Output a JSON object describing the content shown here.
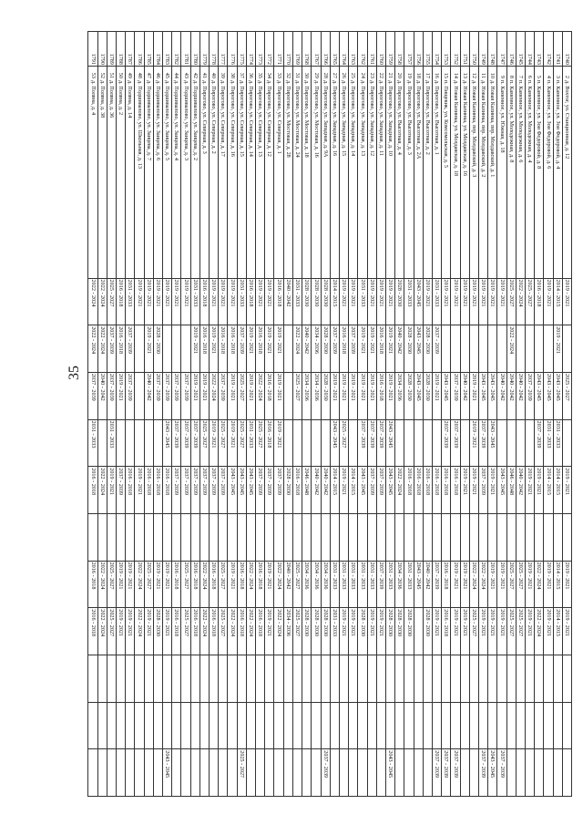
{
  "page": {
    "number": "35"
  },
  "table": {
    "rows": [
      {
        "id": "1740",
        "nn": "2",
        "address": "д. Вохтог, ул. Станционная, д. 12",
        "periods": [
          "2019 - 2021",
          "",
          "2025 - 2027",
          "",
          "2019 - 2021",
          "",
          "2019 - 2021",
          "2019 - 2021",
          "",
          "",
          ""
        ]
      },
      {
        "id": "1741",
        "nn": "3",
        "address": "п. Каменное, ул. Зои Федоровой, д. 4",
        "periods": [
          "2014 - 2015",
          "2019 - 2021",
          "2043 - 2045",
          "2031 - 2033",
          "2014 - 2015",
          "",
          "2014 - 2015",
          "2014 - 2015",
          "",
          "",
          ""
        ]
      },
      {
        "id": "1742",
        "nn": "4",
        "address": "п. Каменное, ул. Зои Федоровой, д. 6",
        "periods": [
          "2019 - 2021",
          "",
          "2043 - 2045",
          "2031 - 2033",
          "2014 - 2015",
          "",
          "2019 - 2021",
          "2019 - 2021",
          "",
          "",
          ""
        ]
      },
      {
        "id": "1743",
        "nn": "5",
        "address": "п. Каменное, ул. Зои Федоровой, д. 8",
        "periods": [
          "2016 - 2018",
          "",
          "2043 - 2045",
          "2037 - 2039",
          "2019 - 2021",
          "",
          "2022 - 2024",
          "2022 - 2024",
          "",
          "",
          ""
        ]
      },
      {
        "id": "1744",
        "nn": "6",
        "address": "п. Каменное, ул. Молодежная, д. 4",
        "periods": [
          "2025 - 2027",
          "",
          "2037 - 2039",
          "",
          "2019 - 2021",
          "",
          "2019 - 2021",
          "2019 - 2021",
          "",
          "",
          ""
        ]
      },
      {
        "id": "1745",
        "nn": "7",
        "address": "п. Каменное, ул. Молодежная, д. 6",
        "periods": [
          "2022 - 2024",
          "",
          "2040 - 2042",
          "",
          "2040 - 2042",
          "",
          "2025 - 2027",
          "2025 - 2027",
          "",
          "",
          ""
        ]
      },
      {
        "id": "1746",
        "nn": "8",
        "address": "п. Каменное, ул. Молодежная, д. 8",
        "periods": [
          "2025 - 2027",
          "2022 - 2024",
          "2040 - 2042",
          "",
          "2046 - 2048",
          "",
          "2025 - 2027",
          "2025 - 2027",
          "",
          "",
          ""
        ]
      },
      {
        "id": "1747",
        "nn": "9",
        "address": "п. Каменное, ул. Южная, д. 18",
        "periods": [
          "2019 - 2021",
          "",
          "2040 - 2042",
          "",
          "2043 - 2045",
          "",
          "2019 - 2021",
          "2019 - 2021",
          "",
          "",
          "2037 - 2039"
        ]
      },
      {
        "id": "1748",
        "nn": "10",
        "address": "д. Новая Калинка, пер. Молдавский, д. 1",
        "periods": [
          "2019 - 2021",
          "",
          "2043 - 2045",
          "2043 - 2045",
          "2019 - 2021",
          "",
          "2019 - 2021",
          "2019 - 2021",
          "",
          "",
          "2043 - 2045"
        ]
      },
      {
        "id": "1749",
        "nn": "11",
        "address": "д. Новая Калинка, пер. Молдавский, д. 2",
        "periods": [
          "2019 - 2021",
          "",
          "2043 - 2045",
          "2037 - 2039",
          "2037 - 2039",
          "",
          "2022 - 2024",
          "2019 - 2021",
          "",
          "",
          "2037 - 2039"
        ]
      },
      {
        "id": "1750",
        "nn": "12",
        "address": "д. Новая Калинка, пер. Молдавский, д. 3",
        "periods": [
          "2019 - 2021",
          "",
          "2019 - 2021",
          "2019 - 2021",
          "2019 - 2021",
          "",
          "2022 - 2024",
          "2025 - 2027",
          "",
          "",
          ""
        ]
      },
      {
        "id": "1751",
        "nn": "13",
        "address": "д. Новая Калинка, ул. Молдавская, д. 16",
        "periods": [
          "2019 - 2021",
          "",
          "2040 - 2042",
          "",
          "2019 - 2021",
          "",
          "2019 - 2021",
          "2019 - 2021",
          "",
          "",
          ""
        ]
      },
      {
        "id": "1752",
        "nn": "14",
        "address": "д. Новая Калинка, ул. Молдавская, д. 18",
        "periods": [
          "2019 - 2021",
          "",
          "2037 - 2039",
          "2037 - 2039",
          "2016 - 2018",
          "",
          "2019 - 2021",
          "2019 - 2021",
          "",
          "",
          "2037 - 2039"
        ]
      },
      {
        "id": "1753",
        "nn": "15",
        "address": "п. Пищевик, ул. Комсомольская, д. 5",
        "periods": [
          "2019 - 2021",
          "",
          "2043 - 2045",
          "2037 - 2039",
          "2016 - 2018",
          "",
          "2016 - 2018",
          "2016 - 2018",
          "",
          "",
          "2037 - 2039"
        ]
      },
      {
        "id": "1754",
        "nn": "16",
        "address": "д. Пирогово, ул. Высотная, д. 1",
        "periods": [
          "2031 - 2033",
          "2037 - 2039",
          "2019 - 2021",
          "",
          "2016 - 2018",
          "",
          "2037 - 2039",
          "2019 - 2021",
          "",
          "",
          "2037 - 2039"
        ]
      },
      {
        "id": "1755",
        "nn": "17",
        "address": "д. Пирогово, ул. Высотная, д. 2",
        "periods": [
          "2019 - 2021",
          "2028 - 2030",
          "2028 - 2030",
          "",
          "2016 - 2018",
          "",
          "2040 - 2042",
          "2028 - 2030",
          "",
          "",
          ""
        ]
      },
      {
        "id": "1756",
        "nn": "18",
        "address": "д. Пирогово, ул. Высотная, д. 2А",
        "periods": [
          "2043 - 2045",
          "2043 - 2045",
          "2043 - 2045",
          "",
          "2016 - 2018",
          "",
          "2043 - 2045",
          "",
          "",
          "",
          ""
        ]
      },
      {
        "id": "1757",
        "nn": "19",
        "address": "д. Пирогово, ул. Высотная, д. 3",
        "periods": [
          "2031 - 2033",
          "2028 - 2030",
          "2028 - 2030",
          "",
          "2016 - 2018",
          "",
          "2031 - 2033",
          "2028 - 2030",
          "",
          "",
          ""
        ]
      },
      {
        "id": "1758",
        "nn": "20",
        "address": "д. Пирогово, ул. Высотная, д. 4",
        "periods": [
          "2028 - 2030",
          "2040 - 2042",
          "2034 - 2036",
          "",
          "2022 - 2024",
          "",
          "2034 - 2036",
          "2028 - 2030",
          "",
          "",
          ""
        ]
      },
      {
        "id": "1759",
        "nn": "21",
        "address": "д. Пирогово, ул. Западная, д. 10",
        "periods": [
          "2019 - 2021",
          "2019 - 2021",
          "2019 - 2021",
          "2043 - 2045",
          "2043 - 2045",
          "",
          "2031 - 2033",
          "2028 - 2030",
          "",
          "",
          "2043 - 2045"
        ]
      },
      {
        "id": "1760",
        "nn": "22",
        "address": "д. Пирогово, ул. Западная, д. 11",
        "periods": [
          "2019 - 2021",
          "2016 - 2018",
          "2016 - 2018",
          "2037 - 2039",
          "2037 - 2039",
          "",
          "2037 - 2039",
          "2019 - 2021",
          "",
          "",
          ""
        ]
      },
      {
        "id": "1761",
        "nn": "23",
        "address": "д. Пирогово, ул. Западная, д. 12",
        "periods": [
          "2019 - 2021",
          "2019 - 2021",
          "2019 - 2021",
          "2037 - 2039",
          "2037 - 2039",
          "",
          "2031 - 2033",
          "2019 - 2021",
          "",
          "",
          ""
        ]
      },
      {
        "id": "1762",
        "nn": "24",
        "address": "д. Пирогово, ул. Западная, д. 13",
        "periods": [
          "2031 - 2033",
          "2019 - 2021",
          "2019 - 2021",
          "2037 - 2039",
          "2043 - 2045",
          "",
          "2031 - 2033",
          "2028 - 2030",
          "",
          "",
          ""
        ]
      },
      {
        "id": "1763",
        "nn": "25",
        "address": "д. Пирогово, ул. Западная, д. 14",
        "periods": [
          "2019 - 2021",
          "2037 - 2039",
          "2019 - 2021",
          "",
          "2014 - 2015",
          "",
          "2031 - 2033",
          "2019 - 2021",
          "",
          "",
          ""
        ]
      },
      {
        "id": "1764",
        "nn": "26",
        "address": "д. Пирогово, ул. Западная, д. 15",
        "periods": [
          "2019 - 2021",
          "2016 - 2018",
          "2019 - 2021",
          "2025 - 2027",
          "2019 - 2021",
          "",
          "2031 - 2033",
          "2019 - 2021",
          "",
          "",
          ""
        ]
      },
      {
        "id": "1765",
        "nn": "27",
        "address": "д. Пирогово, ул. Западная, д. 16",
        "periods": [
          "2014 - 2015",
          "2037 - 2039",
          "2019 - 2021",
          "2043 - 2045",
          "2014 - 2015",
          "",
          "2031 - 2033",
          "2031 - 2033",
          "",
          "",
          ""
        ]
      },
      {
        "id": "1766",
        "nn": "28",
        "address": "д. Пирогово, ул. Западная, д. 9А",
        "periods": [
          "2028 - 2030",
          "2028 - 2030",
          "2028 - 2030",
          "",
          "2040 - 2042",
          "",
          "2034 - 2036",
          "2028 - 2030",
          "",
          "",
          "2037 - 2039"
        ]
      },
      {
        "id": "1767",
        "nn": "29",
        "address": "д. Пирогово, ул. Мостовая, д. 16",
        "periods": [
          "2028 - 2030",
          "2034 - 2036",
          "2034 - 2036",
          "",
          "2040 - 2042",
          "",
          "2034 - 2036",
          "2028 - 2030",
          "",
          "",
          ""
        ]
      },
      {
        "id": "1768",
        "nn": "30",
        "address": "д. Пирогово, ул. Мостовая, д. 18",
        "periods": [
          "2028 - 2030",
          "2040 - 2042",
          "2034 - 2036",
          "",
          "2046 - 2048",
          "",
          "2034 - 2036",
          "2028 - 2030",
          "",
          "",
          ""
        ]
      },
      {
        "id": "1769",
        "nn": "31",
        "address": "д. Пирогово, ул. Мостовая, д. 24",
        "periods": [
          "2031 - 2033",
          "2022 - 2024",
          "2025 - 2027",
          "",
          "2016 - 2018",
          "",
          "2025 - 2027",
          "2025 - 2027",
          "",
          "",
          ""
        ]
      },
      {
        "id": "1770",
        "nn": "32",
        "address": "д. Пирогово, ул. Мостовая, д. 28",
        "periods": [
          "2040 - 2042",
          "",
          "",
          "",
          "2028 - 2030",
          "",
          "2040 - 2042",
          "2034 - 2036",
          "",
          "",
          ""
        ]
      },
      {
        "id": "1771",
        "nn": "33",
        "address": "д. Пирогово, ул. Северная, д. 1",
        "periods": [
          "2016 - 2018",
          "2019 - 2021",
          "2019 - 2021",
          "2019 - 2021",
          "2037 - 2039",
          "",
          "2022 - 2024",
          "2022 - 2024",
          "",
          "",
          ""
        ]
      },
      {
        "id": "1772",
        "nn": "34",
        "address": "д. Пирогово, ул. Северная, д. 12",
        "periods": [
          "2019 - 2021",
          "2019 - 2021",
          "2016 - 2018",
          "2016 - 2018",
          "2037 - 2039",
          "",
          "2019 - 2021",
          "2019 - 2021",
          "",
          "",
          ""
        ]
      },
      {
        "id": "1773",
        "nn": "35",
        "address": "д. Пирогово, ул. Северная, д. 13",
        "periods": [
          "2019 - 2021",
          "2016 - 2018",
          "2022 - 2024",
          "2025 - 2027",
          "2037 - 2039",
          "",
          "2016 - 2018",
          "2016 - 2018",
          "",
          "",
          ""
        ]
      },
      {
        "id": "1774",
        "nn": "36",
        "address": "д. Пирогово, ул. Северная, д. 14",
        "periods": [
          "2016 - 2018",
          "2019 - 2021",
          "2019 - 2021",
          "2031 - 2033",
          "2043 - 2045",
          "",
          "2022 - 2024",
          "2022 - 2024",
          "",
          "",
          ""
        ]
      },
      {
        "id": "1775",
        "nn": "37",
        "address": "д. Пирогово, ул. Северная, д. 15",
        "periods": [
          "2031 - 2033",
          "2037 - 2039",
          "2025 - 2027",
          "2025 - 2027",
          "2043 - 2045",
          "",
          "2016 - 2018",
          "2016 - 2018",
          "",
          "",
          "2025 - 2027"
        ]
      },
      {
        "id": "1776",
        "nn": "38",
        "address": "д. Пирогово, ул. Северная, д. 16",
        "periods": [
          "2019 - 2021",
          "2016 - 2018",
          "2019 - 2021",
          "2019 - 2021",
          "2043 - 2045",
          "",
          "2019 - 2021",
          "2022 - 2024",
          "",
          "",
          ""
        ]
      },
      {
        "id": "1777",
        "nn": "39",
        "address": "д. Пирогово, ул. Северная, д. 17",
        "periods": [
          "2019 - 2021",
          "2016 - 2018",
          "2037 - 2039",
          "2025 - 2027",
          "2037 - 2039",
          "",
          "2025 - 2027",
          "2025 - 2027",
          "",
          "",
          ""
        ]
      },
      {
        "id": "1778",
        "nn": "40",
        "address": "д. Пирогово, ул. Северная, д. 2",
        "periods": [
          "2019 - 2021",
          "2019 - 2021",
          "2022 - 2024",
          "2019 - 2021",
          "2037 - 2039",
          "",
          "2016 - 2018",
          "2016 - 2018",
          "",
          "",
          ""
        ]
      },
      {
        "id": "1779",
        "nn": "41",
        "address": "д. Пирогово, ул. Северная, д. 3",
        "periods": [
          "2016 - 2018",
          "2016 - 2018",
          "2019 - 2021",
          "2025 - 2027",
          "2037 - 2039",
          "",
          "2022 - 2024",
          "2022 - 2024",
          "",
          "",
          ""
        ]
      },
      {
        "id": "1780",
        "nn": "42",
        "address": "д. Подшивалово, ул. Заицева, д. 2",
        "periods": [
          "2031 - 2033",
          "2019 - 2021",
          "2019 - 2021",
          "2037 - 2039",
          "2037 - 2039",
          "",
          "2016 - 2018",
          "2016 - 2018",
          "",
          "",
          ""
        ]
      },
      {
        "id": "1781",
        "nn": "43",
        "address": "д. Подшивалово, ул. Заицева, д. 3",
        "periods": [
          "2019 - 2021",
          "",
          "2037 - 2039",
          "2037 - 2039",
          "2037 - 2039",
          "",
          "2025 - 2027",
          "2025 - 2027",
          "",
          "",
          ""
        ]
      },
      {
        "id": "1782",
        "nn": "44",
        "address": "д. Подшивалово, ул. Заицева, д. 4",
        "periods": [
          "2019 - 2021",
          "",
          "2037 - 2039",
          "2037 - 2039",
          "2037 - 2039",
          "",
          "2016 - 2018",
          "2016 - 2018",
          "",
          "",
          ""
        ]
      },
      {
        "id": "1783",
        "nn": "45",
        "address": "д. Подшивалово, ул. Заицева, д. 5",
        "periods": [
          "2019 - 2021",
          "",
          "2037 - 2039",
          "2043 - 2045",
          "2016 - 2018",
          "",
          "2019 - 2021",
          "2019 - 2021",
          "",
          "",
          "2043 - 2045"
        ]
      },
      {
        "id": "1784",
        "nn": "46",
        "address": "д. Подшивалово, ул. Заицева, д. 6",
        "periods": [
          "2019 - 2021",
          "2028 - 2030",
          "2037 - 2039",
          "",
          "2016 - 2018",
          "",
          "2019 - 2021",
          "2028 - 2030",
          "",
          "",
          ""
        ]
      },
      {
        "id": "1785",
        "nn": "47",
        "address": "д. Подшивалово, ул. Заицева, д. 7",
        "periods": [
          "2019 - 2021",
          "2019 - 2021",
          "2040 - 2042",
          "",
          "2016 - 2018",
          "",
          "2025 - 2027",
          "2019 - 2021",
          "",
          "",
          ""
        ]
      },
      {
        "id": "1786",
        "nn": "48",
        "address": "д. Подшивалово, ул. Школьная, д. 13",
        "periods": [
          "2019 - 2021",
          "",
          "",
          "",
          "2019 - 2021",
          "",
          "2022 - 2024",
          "2022 - 2024",
          "",
          "",
          ""
        ]
      },
      {
        "id": "1787",
        "nn": "49",
        "address": "д. Поляна, д. 14",
        "periods": [
          "2031 - 2033",
          "2037 - 2039",
          "2037 - 2039",
          "",
          "2016 - 2018",
          "",
          "2019 - 2021",
          "2019 - 2021",
          "",
          "",
          ""
        ]
      },
      {
        "id": "1788",
        "nn": "50",
        "address": "д. Поляна, д. 2",
        "periods": [
          "2016 - 2018",
          "2016 - 2018",
          "2019 - 2021",
          "",
          "2037 - 2039",
          "",
          "2019 - 2021",
          "2019 - 2021",
          "",
          "",
          ""
        ]
      },
      {
        "id": "1789",
        "nn": "51",
        "address": "д. Поляна, д. 36",
        "periods": [
          "2025 - 2027",
          "2037 - 2039",
          "2037 - 2039",
          "2031 - 2033",
          "2019 - 2021",
          "",
          "2025 - 2027",
          "2025 - 2027",
          "",
          "",
          ""
        ]
      },
      {
        "id": "1790",
        "nn": "52",
        "address": "д. Поляна, д. 38",
        "periods": [
          "2022 - 2024",
          "2022 - 2024",
          "2040 - 2042",
          "",
          "2022 - 2024",
          "",
          "2022 - 2024",
          "2022 - 2024",
          "",
          "",
          ""
        ]
      },
      {
        "id": "1791",
        "nn": "53",
        "address": "д. Поляна, д. 4",
        "periods": [
          "2022 - 2024",
          "2022 - 2024",
          "2037 - 2039",
          "2031 - 2033",
          "2016 - 2018",
          "",
          "2016 - 2018",
          "2016 - 2018",
          "",
          "",
          ""
        ]
      }
    ]
  }
}
